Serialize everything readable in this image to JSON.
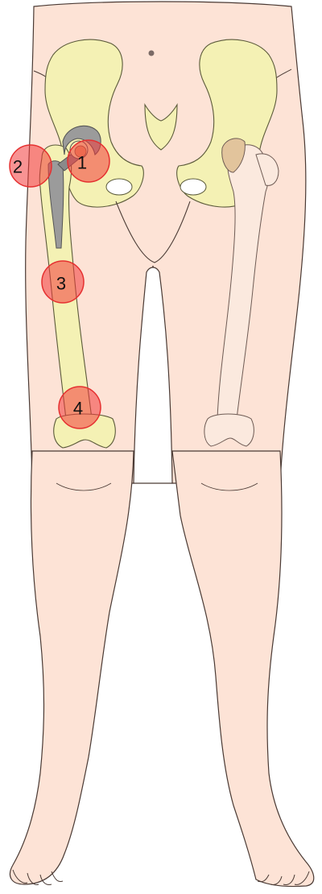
{
  "colors": {
    "skin": "#fde3d6",
    "skin_outline": "#4a3a34",
    "bone": "#f4f1b4",
    "bone_outline": "#5b5a3a",
    "bone_faded": "#f7e6dc",
    "implant": "#9b9b9b",
    "implant_dark": "#6c6c6c",
    "cartilage": "#e2c49c",
    "marker_fill": "#f23a3a",
    "marker_fill_opacity": 0.55,
    "marker_stroke": "#e53030"
  },
  "markers": [
    {
      "id": "1",
      "label": "1"
    },
    {
      "id": "2",
      "label": "2"
    },
    {
      "id": "3",
      "label": "3"
    },
    {
      "id": "4",
      "label": "4"
    }
  ]
}
